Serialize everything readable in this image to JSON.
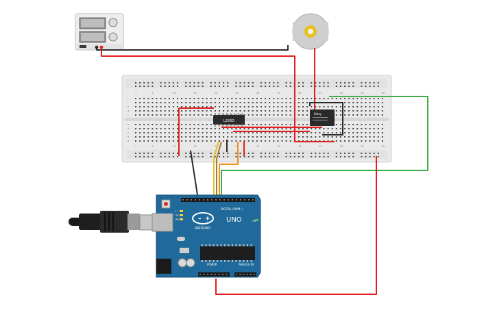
{
  "components": {
    "power_supply": {
      "name": "power-supply"
    },
    "dc_motor": {
      "name": "dc-motor"
    },
    "breadboard": {
      "name": "breadboard",
      "column_labels": [
        "1",
        "5",
        "10",
        "15",
        "20",
        "25",
        "30",
        "35",
        "40",
        "45",
        "50",
        "55",
        "60"
      ],
      "row_labels_top": [
        "j",
        "i",
        "h",
        "g",
        "f"
      ],
      "row_labels_bottom": [
        "e",
        "d",
        "c",
        "b",
        "a"
      ]
    },
    "driver_ic": {
      "label": "L293D"
    },
    "relay": {
      "label": "Relay"
    },
    "arduino": {
      "logo_text": "ARDUINO",
      "model": "UNO",
      "digital_label": "DIGITAL (PWM~)",
      "power_label": "POWER",
      "analog_label": "ANALOG IN",
      "tx_label": "TX",
      "rx_label": "RX",
      "l_label": "L",
      "on_label": "ON"
    }
  },
  "colors": {
    "wire_red": "#e0201e",
    "wire_black": "#2a2a2a",
    "wire_green": "#3fae49",
    "wire_orange": "#f0901c",
    "wire_yellow": "#e6c020",
    "breadboard": "#e8e8e8",
    "arduino": "#1f6a9a"
  }
}
